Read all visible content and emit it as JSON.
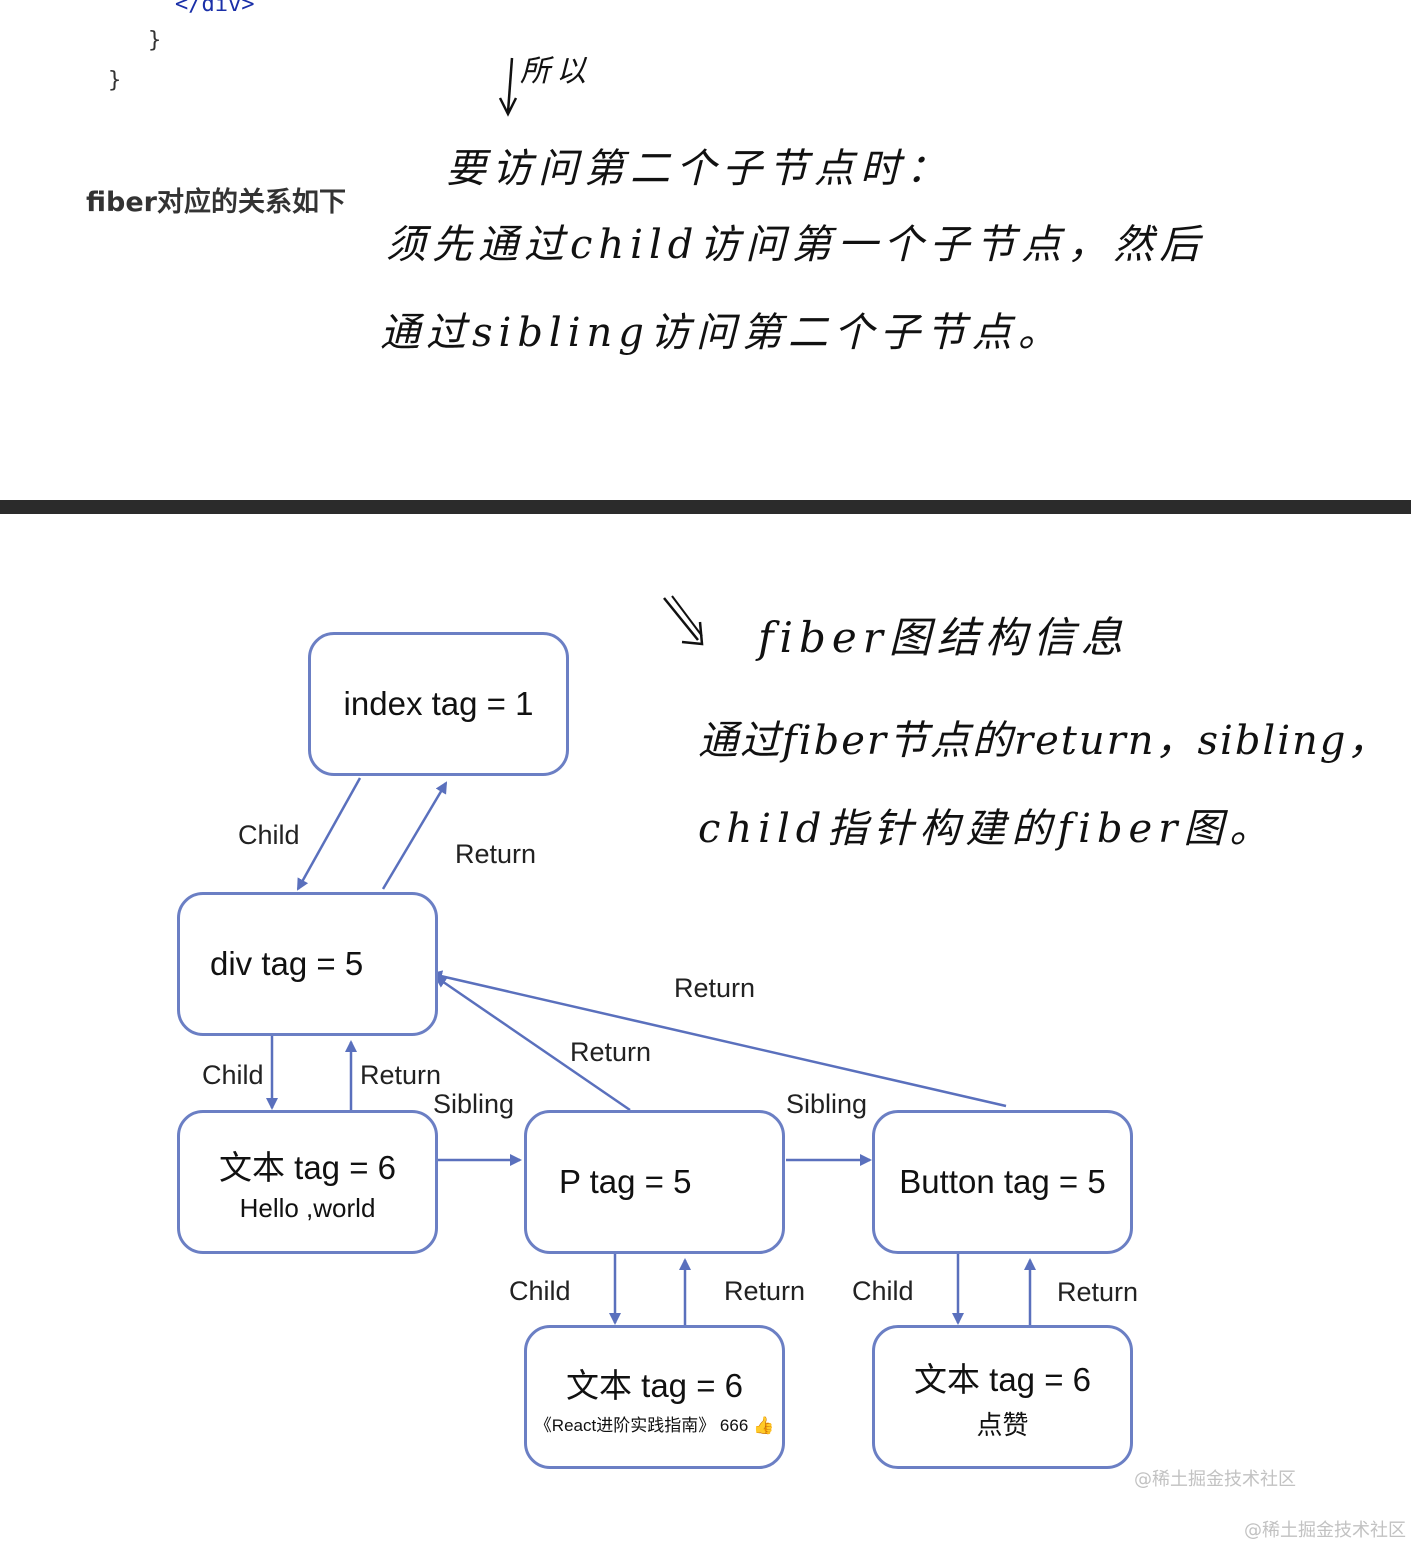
{
  "code": {
    "line1": "</div>",
    "line2": "}",
    "line3": "}"
  },
  "caption": "fiber对应的关系如下",
  "notes_top": {
    "arrow_note": "所以",
    "line1": "要访问第二个子节点时：",
    "line2": "须先通过child访问第一个子节点，然后",
    "line3": "通过sibling访问第二个子节点。"
  },
  "notes_right": {
    "title": "fiber图结构信息",
    "line1": "通过fiber节点的return，sibling，",
    "line2": "child指针构建的fiber图。"
  },
  "nodes": {
    "index": {
      "title": "index tag = 1"
    },
    "div": {
      "title": "div tag = 5"
    },
    "text1": {
      "title": "文本  tag = 6",
      "sub": "Hello ,world"
    },
    "p": {
      "title": "P tag = 5"
    },
    "button": {
      "title": "Button tag = 5"
    },
    "text2": {
      "title": "文本 tag = 6",
      "sub": "《React进阶实践指南》 666 👍"
    },
    "text3": {
      "title": "文本 tag = 6",
      "sub": "点赞"
    }
  },
  "edges": {
    "index_div_child": "Child",
    "div_index_return": "Return",
    "button_div_return": "Return",
    "p_div_return": "Return",
    "div_text1_child": "Child",
    "text1_div_return": "Return",
    "text1_p_sibling": "Sibling",
    "p_button_sibling": "Sibling",
    "p_text2_child": "Child",
    "text2_p_return": "Return",
    "button_text3_child": "Child",
    "text3_button_return": "Return"
  },
  "watermarks": {
    "inner": "@稀土掘金技术社区",
    "outer": "@稀土掘金技术社区"
  },
  "colors": {
    "edge": "#5a70bd",
    "node_border": "#6b7fc4",
    "divider": "#2b2b2b"
  }
}
